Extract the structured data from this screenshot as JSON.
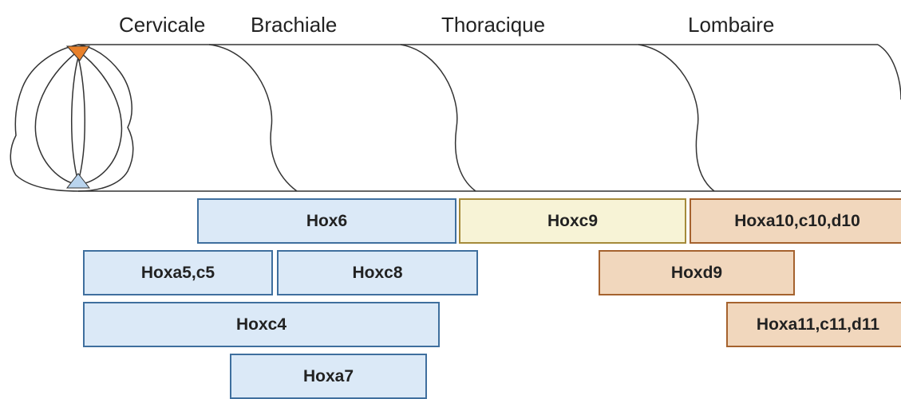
{
  "regions": {
    "cervicale": "Cervicale",
    "brachiale": "Brachiale",
    "thoracique": "Thoracique",
    "lombaire": "Lombaire"
  },
  "genes": {
    "hox6": "Hox6",
    "hoxc9": "Hoxc9",
    "hoxa10": "Hoxa10,c10,d10",
    "hoxa5": "Hoxa5,c5",
    "hoxc8": "Hoxc8",
    "hoxd9": "Hoxd9",
    "hoxc4": "Hoxc4",
    "hoxa11": "Hoxa11,c11,d11",
    "hoxa7": "Hoxa7"
  },
  "colors": {
    "blue_fill": "#dbe9f7",
    "blue_border": "#3f6f9e",
    "yellow_fill": "#f7f3d6",
    "yellow_border": "#a58a3a",
    "tan_fill": "#f1d7bd",
    "tan_border": "#a5622e",
    "dorsal_marker": "#e8802a",
    "ventral_marker": "#b9d4ee"
  }
}
